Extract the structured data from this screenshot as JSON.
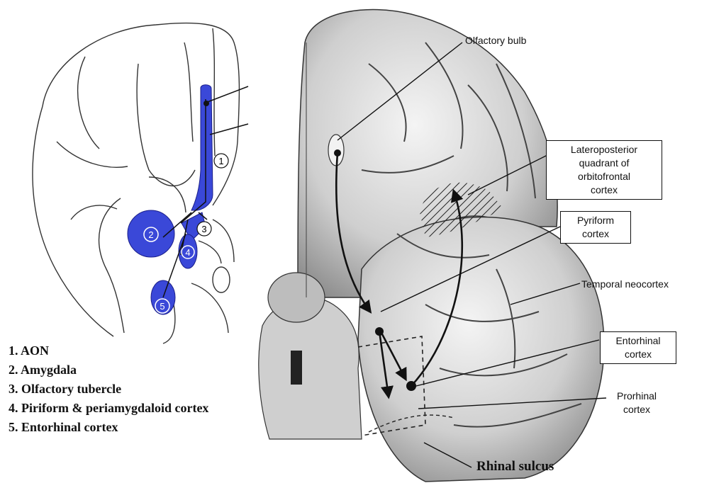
{
  "left_panel": {
    "markers": [
      "1",
      "2",
      "3",
      "4",
      "5"
    ],
    "legend": [
      "1. AON",
      "2. Amygdala",
      "3. Olfactory tubercle",
      "4. Piriform & periamygdaloid cortex",
      "5. Entorhinal cortex"
    ]
  },
  "right_panel": {
    "labels": {
      "olfactory_bulb": "Olfactory bulb",
      "lateroposterior": [
        "Lateroposterior",
        "quadrant of",
        "orbitofrontal",
        "cortex"
      ],
      "pyriform": [
        "Pyriform",
        "cortex"
      ],
      "temporal": "Temporal neocortex",
      "entorhinal": [
        "Entorhinal",
        "cortex"
      ],
      "prorhinal": [
        "Prorhinal",
        "cortex"
      ],
      "rhinal_sulcus": "Rhinal sulcus"
    }
  },
  "colors": {
    "highlight": "#3a48d8",
    "ink": "#111111"
  }
}
